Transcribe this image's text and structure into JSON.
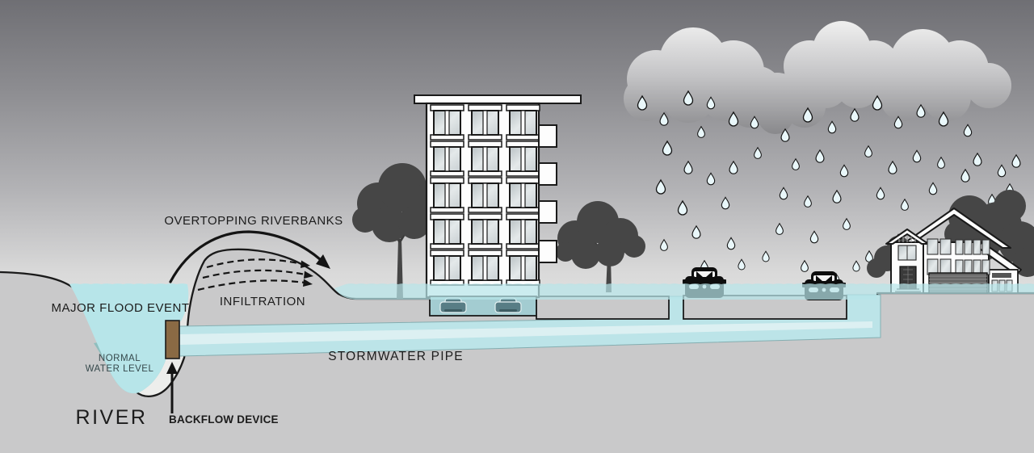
{
  "diagram": {
    "labels": {
      "overtopping_riverbanks": "OVERTOPPING RIVERBANKS",
      "infiltration": "INFILTRATION",
      "major_flood_event": "MAJOR FLOOD EVENT",
      "normal_water_level_line1": "NORMAL",
      "normal_water_level_line2": "WATER LEVEL",
      "river": "RIVER",
      "backflow_device": "BACKFLOW DEVICE",
      "stormwater_pipe": "STORMWATER PIPE"
    },
    "colors": {
      "sky_top": "#6f6f74",
      "sky_bottom": "#f1f2f0",
      "ground": "#c9c9ca",
      "flood_water": "#b7e5e9",
      "normal_water": "#8fbebe",
      "pipe_water": "#bce4e8",
      "backflow_device": "#8a6a44",
      "tree": "#464646",
      "car": "#0d0d0d",
      "raindrop": "#e9f7fa",
      "cloud_light": "#ececec",
      "cloud_dark": "#88888b",
      "outline": "#1a1a1a"
    }
  }
}
